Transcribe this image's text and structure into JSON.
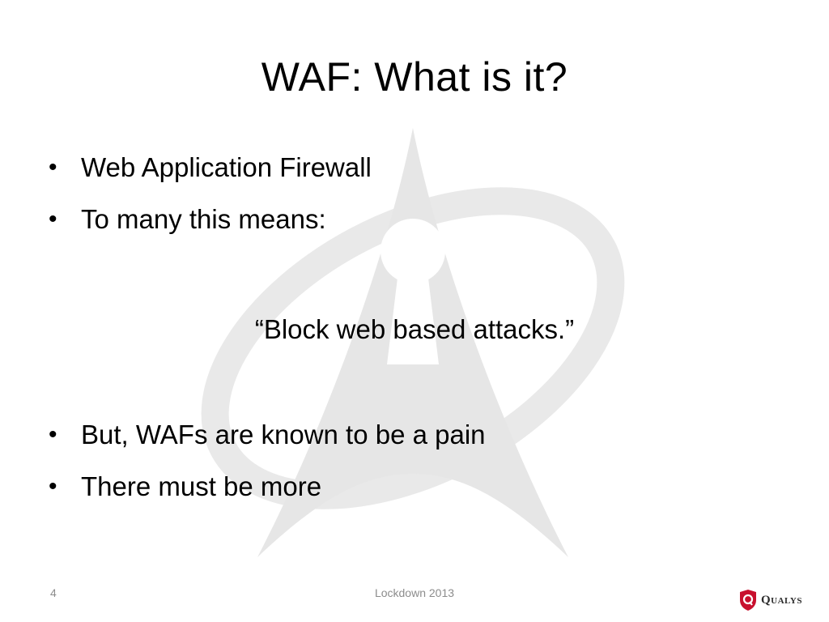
{
  "slide": {
    "title": "WAF: What is it?",
    "bullets_top": [
      "Web Application Firewall",
      "To many this means:"
    ],
    "quote": "“Block web based attacks.”",
    "bullets_bottom": [
      "But, WAFs are known to be a pain",
      "There must be more"
    ],
    "bullet_symbol": "•"
  },
  "footer": {
    "page_number": "4",
    "event": "Lockdown 2013",
    "logo_text": "Qualys"
  },
  "icons": {
    "watermark": "starfleet-delta-keyhole-icon",
    "logo": "qualys-shield-icon"
  },
  "colors": {
    "footer_text": "#8c8c8c",
    "watermark": "#e6e6e6",
    "logo_red": "#c8102e"
  }
}
